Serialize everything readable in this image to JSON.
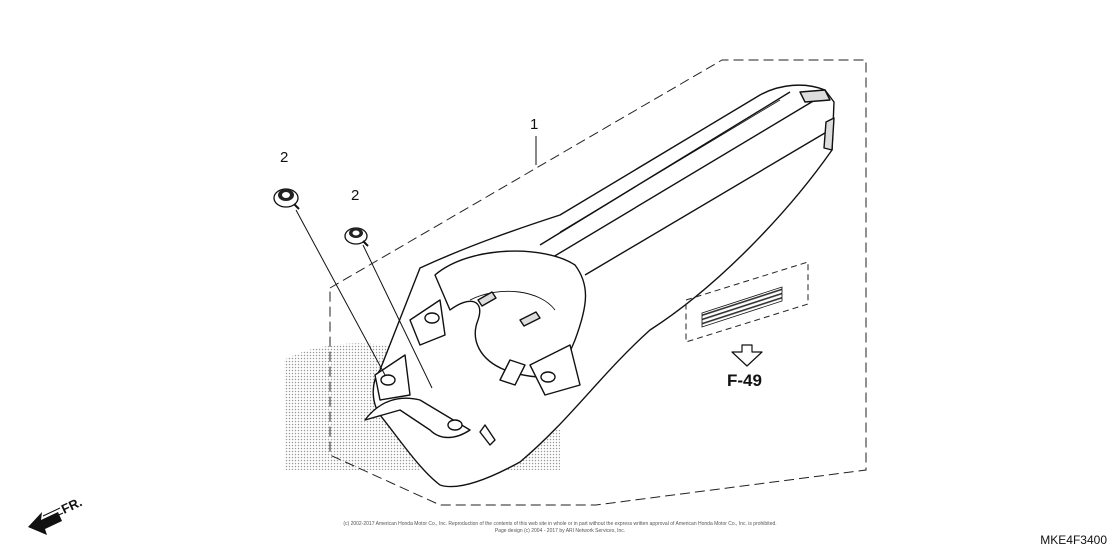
{
  "callouts": {
    "part_1": "1",
    "part_2a": "2",
    "part_2b": "2"
  },
  "reference": {
    "label": "F-49"
  },
  "direction": {
    "label": "FR."
  },
  "footer": {
    "copyright_line1": "(c) 2002-2017 American Honda Motor Co., Inc. Reproduction of the contents of this web site in whole or in part without the express written approval of American Honda Motor Co., Inc. is prohibited.",
    "copyright_line2": "Page design (c) 2004 - 2017 by ARI Network Services, Inc.",
    "diagram_code": "MKE4F3400"
  },
  "icons": {
    "bolt": "flange-bolt-icon",
    "arrow_down": "arrow-down-icon",
    "front_arrow": "front-direction-arrow-icon"
  }
}
